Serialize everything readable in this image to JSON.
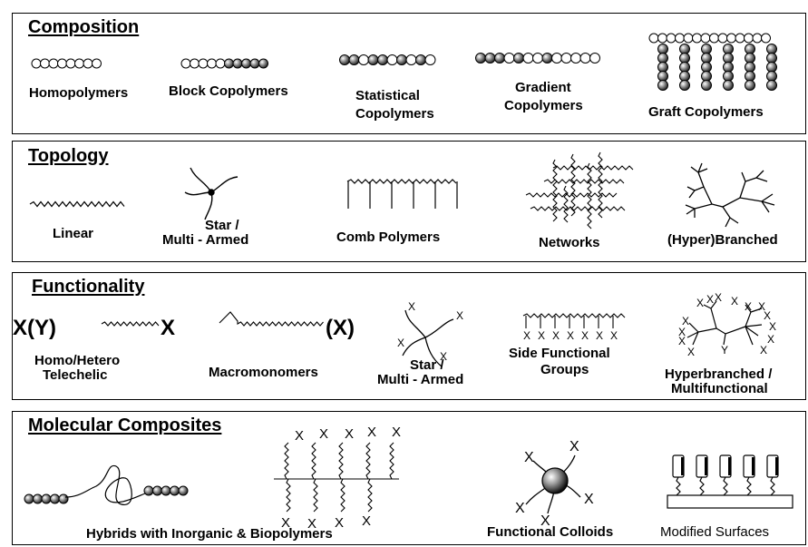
{
  "composition": {
    "title": "Composition",
    "labels": {
      "homopolymers": "Homopolymers",
      "block": "Block Copolymers",
      "statistical_1": "Statistical",
      "statistical_2": "Copolymers",
      "gradient_1": "Gradient",
      "gradient_2": "Copolymers",
      "graft": "Graft Copolymers"
    }
  },
  "topology": {
    "title": "Topology",
    "labels": {
      "linear": "Linear",
      "star_1": "Star /",
      "star_2": "Multi - Armed",
      "comb": "Comb Polymers",
      "networks": "Networks",
      "branched": "(Hyper)Branched"
    }
  },
  "functionality": {
    "title": "Functionality",
    "labels": {
      "telechelic_left": "X(Y)",
      "telechelic_right": "X",
      "telechelic_1": "Homo/Hetero",
      "telechelic_2": "Telechelic",
      "macromonomer_end": "(X)",
      "macromonomers": "Macromonomers",
      "star_1": "Star /",
      "star_2": "Multi - Armed",
      "side_1": "Side Functional",
      "side_2": "Groups",
      "hyper_1": "Hyperbranched /",
      "hyper_2": "Multifunctional",
      "x": "X",
      "y": "Y"
    }
  },
  "molecular_composites": {
    "title": "Molecular Composites",
    "labels": {
      "hybrids": "Hybrids  with  Inorganic  &  Biopolymers",
      "colloids": "Functional Colloids",
      "surfaces": "Modified Surfaces",
      "x": "X"
    }
  },
  "colors": {
    "ink": "#000000",
    "background": "#ffffff",
    "bead_dark": "#3a3a3a"
  }
}
